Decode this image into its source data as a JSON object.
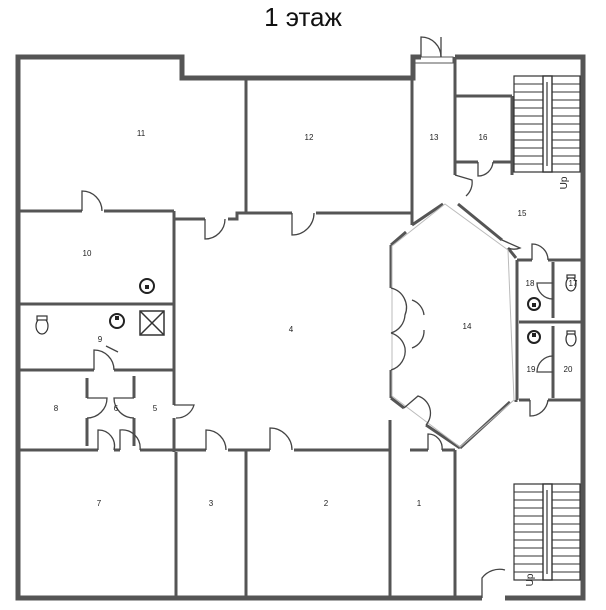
{
  "title": "1 этаж",
  "rooms": [
    {
      "id": "r11",
      "label": "11"
    },
    {
      "id": "r12",
      "label": "12"
    },
    {
      "id": "r13",
      "label": "13"
    },
    {
      "id": "r16",
      "label": "16"
    },
    {
      "id": "r15",
      "label": "15"
    },
    {
      "id": "r10",
      "label": "10"
    },
    {
      "id": "r9",
      "label": "9"
    },
    {
      "id": "r4",
      "label": "4"
    },
    {
      "id": "r14",
      "label": "14"
    },
    {
      "id": "r18",
      "label": "18"
    },
    {
      "id": "r17",
      "label": "17"
    },
    {
      "id": "r19",
      "label": "19"
    },
    {
      "id": "r20",
      "label": "20"
    },
    {
      "id": "r8",
      "label": "8"
    },
    {
      "id": "r6",
      "label": "6"
    },
    {
      "id": "r5",
      "label": "5"
    },
    {
      "id": "r7",
      "label": "7"
    },
    {
      "id": "r3",
      "label": "3"
    },
    {
      "id": "r2",
      "label": "2"
    },
    {
      "id": "r1",
      "label": "1"
    }
  ],
  "stairs": [
    {
      "id": "stairs-top",
      "up_label": "Up"
    },
    {
      "id": "stairs-bottom",
      "up_label": "Up"
    }
  ]
}
